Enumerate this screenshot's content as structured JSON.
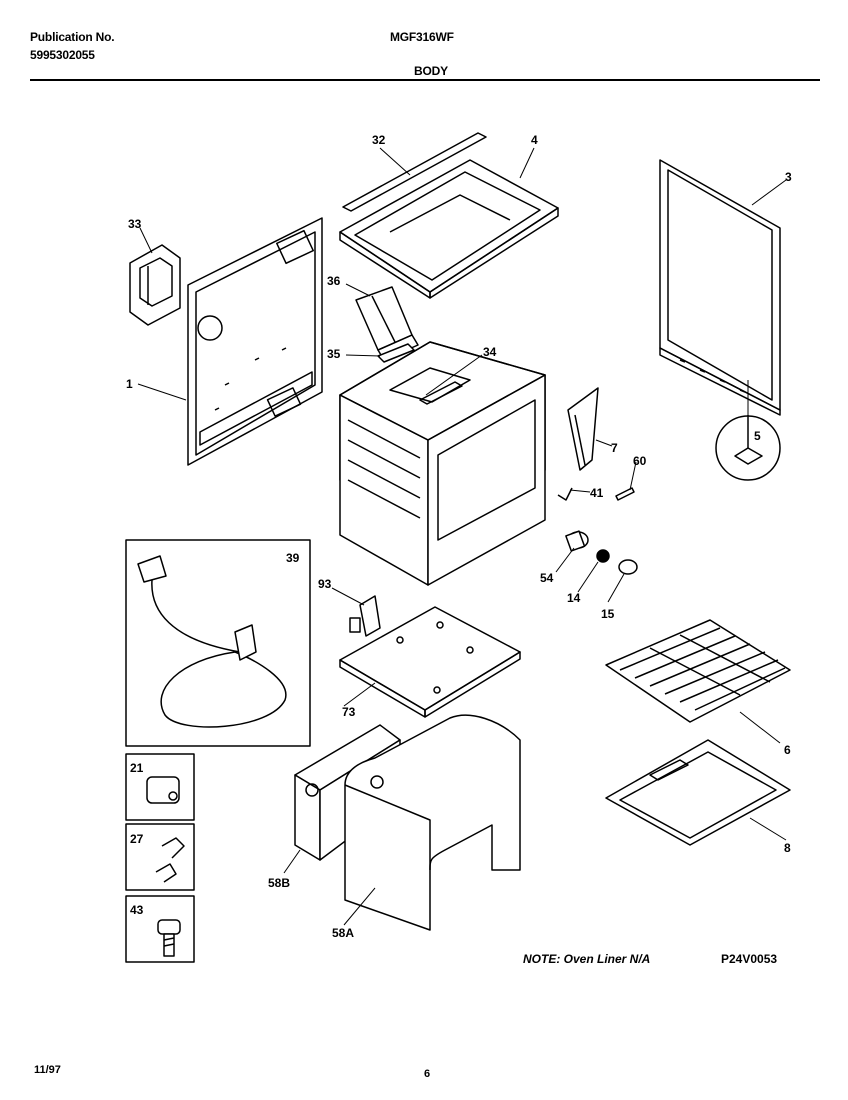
{
  "header": {
    "publication_label": "Publication No.",
    "publication_number": "5995302055",
    "model": "MGF316WF",
    "section": "BODY"
  },
  "labels": {
    "l32": "32",
    "l4": "4",
    "l3": "3",
    "l33": "33",
    "l36": "36",
    "l35": "35",
    "l34": "34",
    "l1": "1",
    "l7": "7",
    "l60": "60",
    "l5": "5",
    "l41": "41",
    "l54": "54",
    "l14": "14",
    "l15": "15",
    "l39": "39",
    "l93": "93",
    "l73": "73",
    "l6": "6",
    "l21": "21",
    "l27": "27",
    "l43": "43",
    "l58B": "58B",
    "l58A": "58A",
    "l8": "8"
  },
  "note": "NOTE: Oven Liner N/A",
  "figure_code": "P24V0053",
  "footer": {
    "date": "11/97",
    "page": "6"
  }
}
